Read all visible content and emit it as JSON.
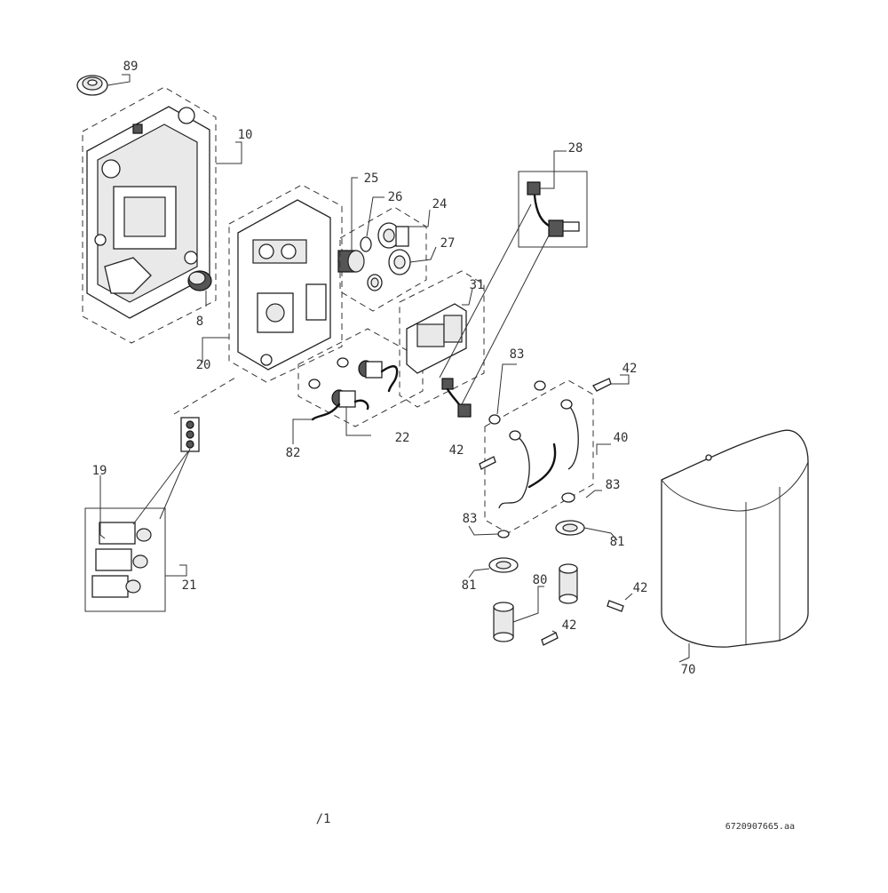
{
  "callouts": [
    "89",
    "10",
    "8",
    "20",
    "25",
    "26",
    "24",
    "27",
    "28",
    "31",
    "82",
    "22",
    "83",
    "42",
    "40",
    "19",
    "21",
    "81",
    "80",
    "70"
  ],
  "drawing_number": "6720907665.aa",
  "page_marker": "/1",
  "colors": {
    "line": "#333333",
    "fill_light": "#e9e9e9",
    "fill_dark": "#555555"
  }
}
